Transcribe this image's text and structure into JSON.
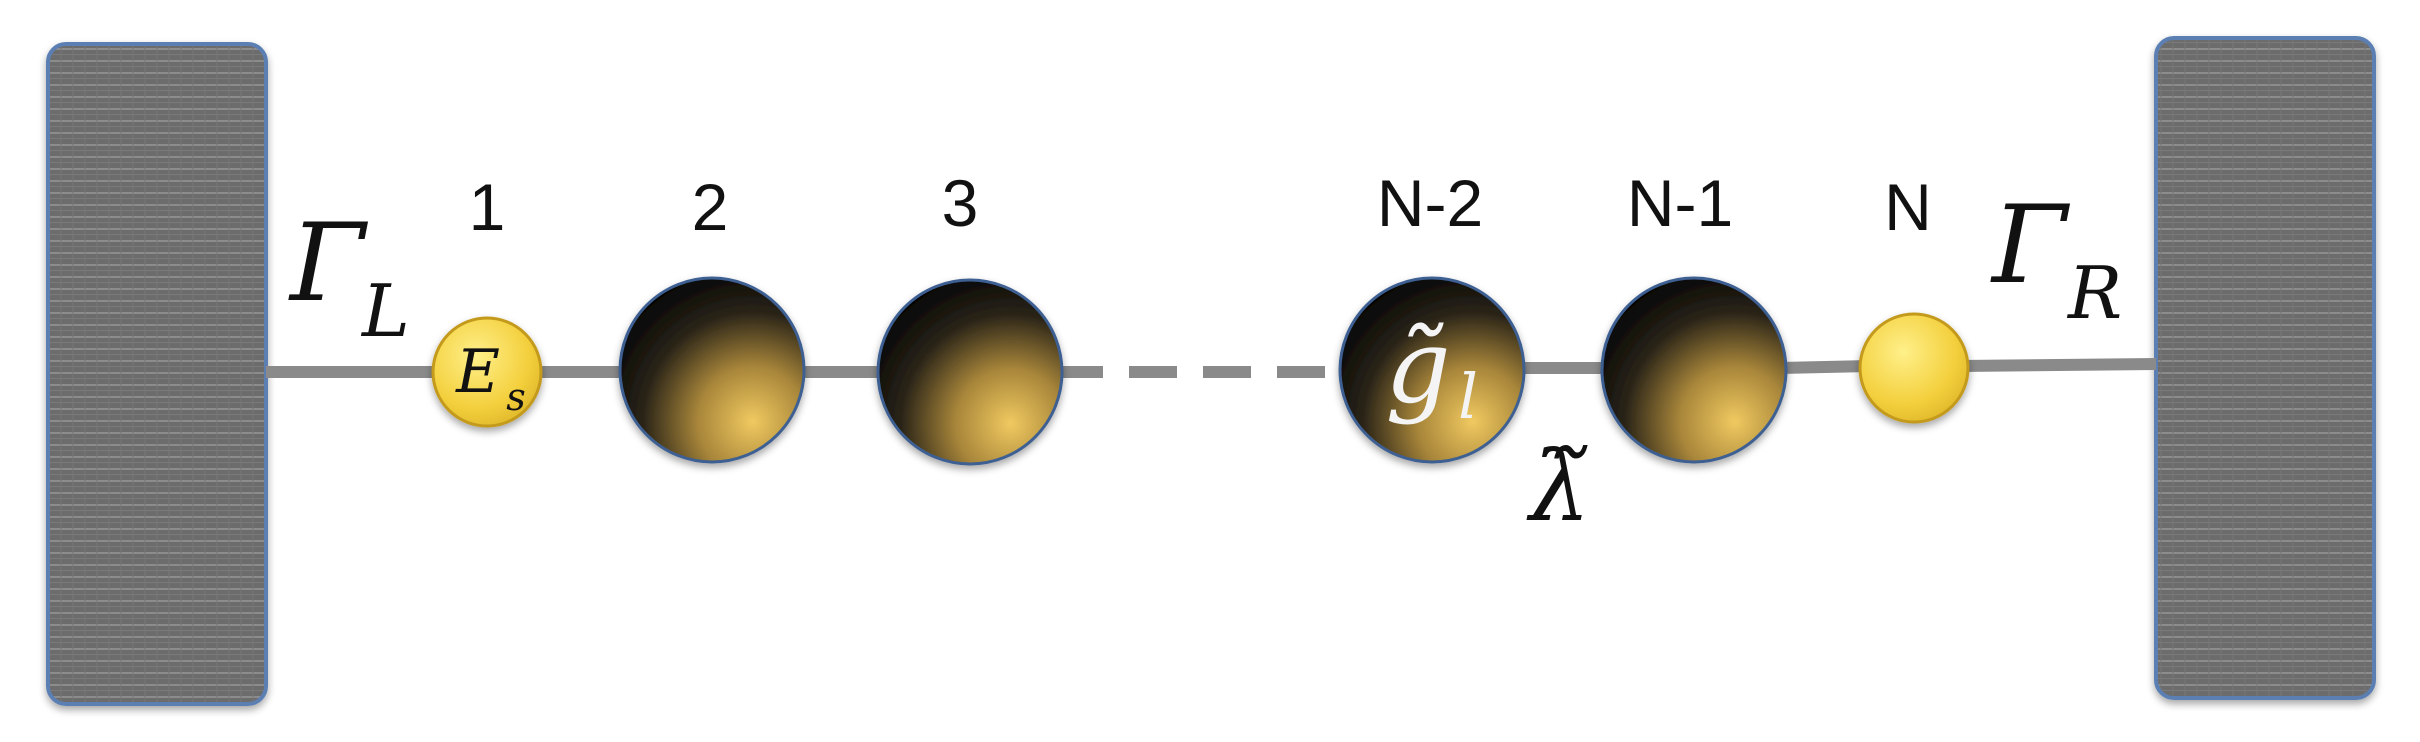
{
  "diagram": {
    "left_coupling": {
      "symbol": "Γ",
      "subscript": "L"
    },
    "right_coupling": {
      "symbol": "Γ",
      "subscript": "R"
    },
    "sites": [
      {
        "label": "1",
        "kind": "small-yellow",
        "inner_symbol": "E",
        "inner_subscript": "s"
      },
      {
        "label": "2",
        "kind": "dark-gradient"
      },
      {
        "label": "3",
        "kind": "dark-gradient"
      },
      {
        "label": "N-2",
        "kind": "dark-gradient",
        "inner_symbol": "g̃",
        "inner_subscript": "l"
      },
      {
        "label": "N-1",
        "kind": "dark-gradient"
      },
      {
        "label": "N",
        "kind": "small-yellow"
      }
    ],
    "bond_symbol": "λ̃",
    "colors": {
      "lead_fill": "#6f6f6f",
      "lead_border": "#4a6fa5",
      "wire": "#8a8a8a",
      "yellow_site": "#f5d547",
      "dark_site_core": "#111111",
      "dark_site_rim": "#e6bf5a"
    }
  }
}
